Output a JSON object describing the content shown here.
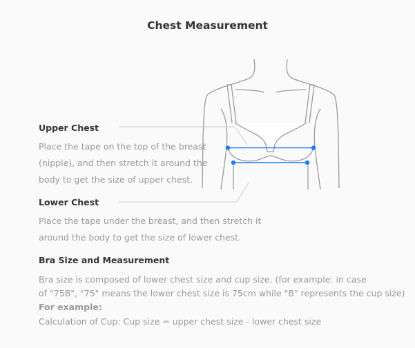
{
  "title": "Chest Measurement",
  "upper": {
    "heading": "Upper Chest",
    "lines": [
      "Place the tape on the top of the breast",
      "(nipple), and then stretch it around the",
      "body to get the size of upper chest."
    ]
  },
  "lower": {
    "heading": "Lower Chest",
    "lines": [
      "Place the tape under the breast, and then stretch it",
      "around the body to get the size of lower chest."
    ]
  },
  "bra": {
    "heading": "Bra Size and Measurement",
    "lines": [
      "Bra size is composed of lower chest size and cup size. (for example: in case",
      "of \"75B\", \"75\" means the lower chest size is 75cm while \"B\" represents the cup size)"
    ],
    "example_label": "For example:",
    "formula": "Calculation of Cup: Cup size = upper chest size - lower chest size"
  },
  "colors": {
    "measure_line": "#1a7cff",
    "outline": "#999999"
  }
}
